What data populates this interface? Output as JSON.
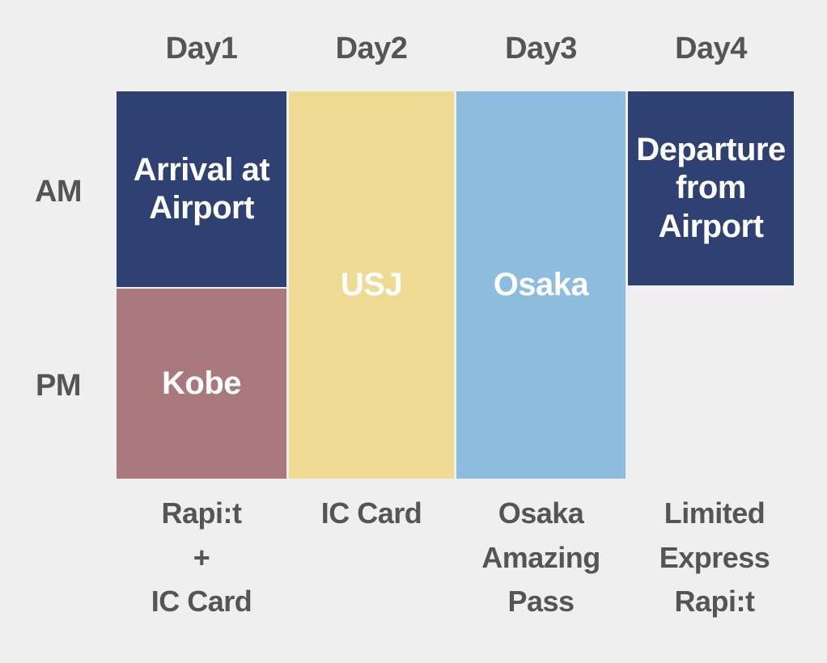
{
  "theme": {
    "background": "#efefef",
    "label_color": "#555555",
    "navy": "#2f4173",
    "mauve": "#a8787c",
    "yellow": "#eeda92",
    "light_blue": "#8dbcde",
    "block_text_color": "#ffffff"
  },
  "columns": [
    {
      "id": "day1",
      "header": "Day1"
    },
    {
      "id": "day2",
      "header": "Day2"
    },
    {
      "id": "day3",
      "header": "Day3"
    },
    {
      "id": "day4",
      "header": "Day4"
    }
  ],
  "rows": [
    {
      "id": "am",
      "label": "AM"
    },
    {
      "id": "pm",
      "label": "PM"
    }
  ],
  "blocks": {
    "day1_am": {
      "text": "Arrival at\nAirport",
      "color": "#2f4173"
    },
    "day1_pm": {
      "text": "Kobe",
      "color": "#a8787c"
    },
    "day2": {
      "text": "USJ",
      "color": "#eeda92"
    },
    "day3": {
      "text": "Osaka",
      "color": "#8dbcde"
    },
    "day4_am": {
      "text": "Departure\nfrom\nAirport",
      "color": "#2f4173"
    }
  },
  "footer_notes": [
    {
      "id": "day1",
      "text": "Rapi:t\n+\nIC Card"
    },
    {
      "id": "day2",
      "text": "IC Card"
    },
    {
      "id": "day3",
      "text": "Osaka\nAmazing\nPass"
    },
    {
      "id": "day4",
      "text": "Limited\nExpress\nRapi:t"
    }
  ]
}
